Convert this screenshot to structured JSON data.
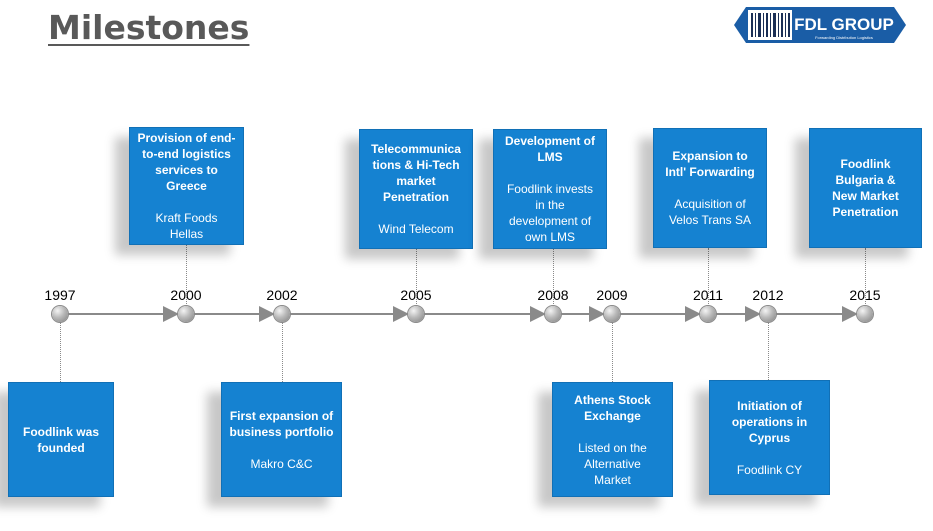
{
  "page_title": "Milestones",
  "logo": {
    "text": "FDL GROUP",
    "tagline": "Forwarding Distribution Logistics"
  },
  "timeline": {
    "years": [
      "1997",
      "2000",
      "2002",
      "2005",
      "2008",
      "2009",
      "2011",
      "2012",
      "2015"
    ],
    "milestones": [
      {
        "year": "1997",
        "title": "Foodlink was\nfounded",
        "detail": ""
      },
      {
        "year": "2000",
        "title": "Provision of end-\nto-end  logistics\nservices to\nGreece",
        "detail": "Kraft Foods\nHellas"
      },
      {
        "year": "2002",
        "title": "First expansion of\nbusiness portfolio",
        "detail": "Makro C&C"
      },
      {
        "year": "2005",
        "title": "Telecommunica\ntions & Hi-Tech\nmarket\nPenetration",
        "detail": "Wind Telecom"
      },
      {
        "year": "2008",
        "title": "Development of\nLMS",
        "detail": "Foodlink invests\nin the\ndevelopment of\nown LMS"
      },
      {
        "year": "2009",
        "title": "Athens Stock\nExchange",
        "detail": "Listed on the\nAlternative\nMarket"
      },
      {
        "year": "2011",
        "title": "Expansion to\nIntl' Forwarding",
        "detail": "Acquisition of\nVelos Trans SA"
      },
      {
        "year": "2012",
        "title": "Initiation of\noperations in\nCyprus",
        "detail": "Foodlink CY"
      },
      {
        "year": "2015",
        "title": "Foodlink\nBulgaria  &\nNew Market\nPenetration",
        "detail": ""
      }
    ]
  },
  "colors": {
    "box": "#1582d1",
    "title": "#595959",
    "axis": "#8a8a8a",
    "logo": "#1a5da6"
  }
}
